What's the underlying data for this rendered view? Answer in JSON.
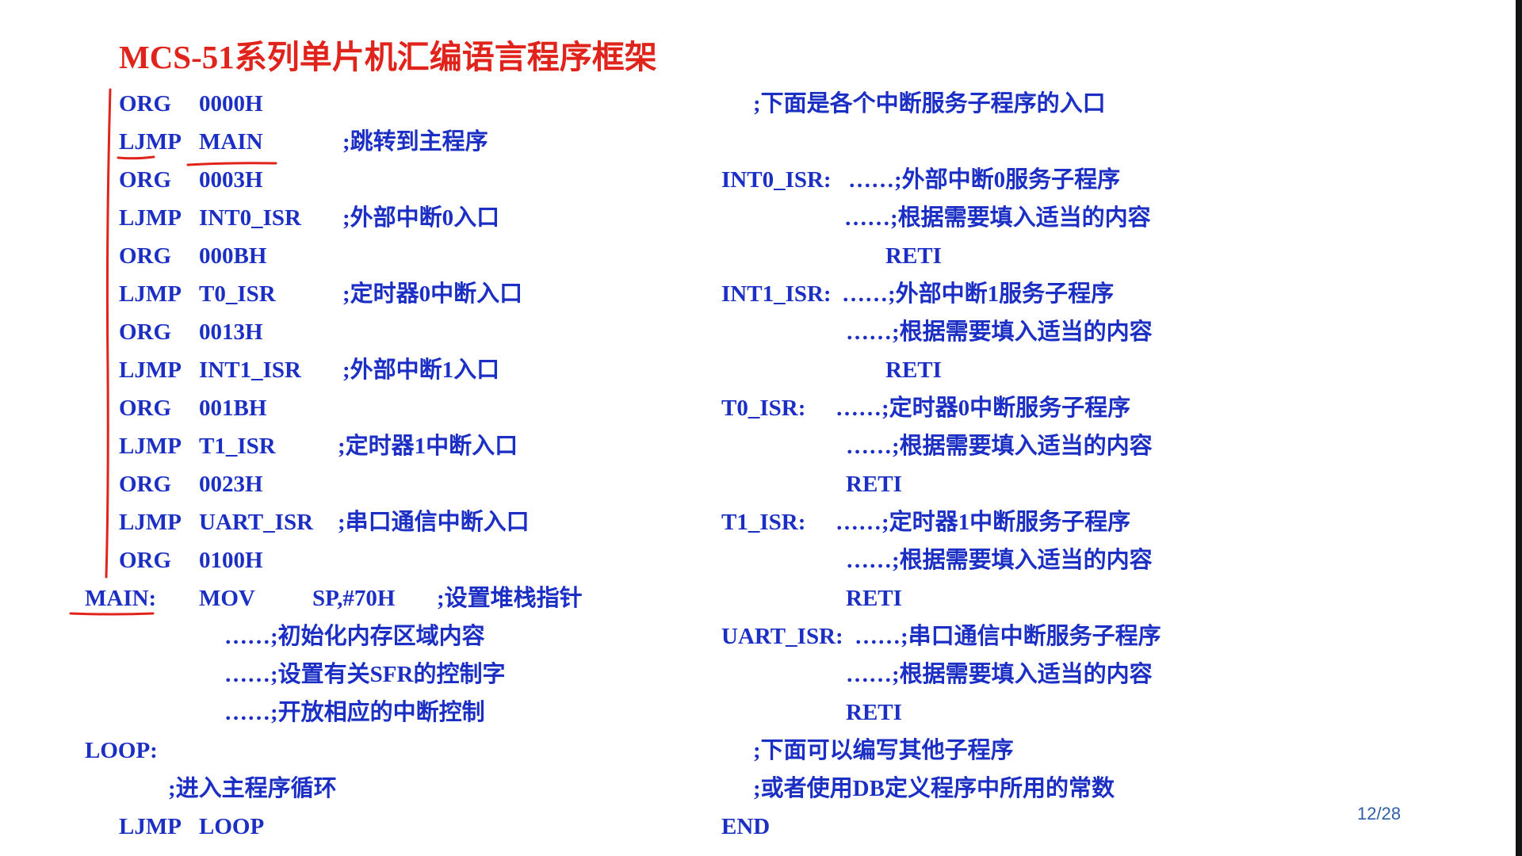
{
  "title": "MCS-51系列单片机汇编语言程序框架",
  "page_number": "12/28",
  "colors": {
    "title": "#e1241b",
    "code": "#1c2fc4",
    "annotation": "#e1241b",
    "page_number": "#2f5ea6"
  },
  "left": {
    "vectors": [
      {
        "op": "ORG",
        "arg": "0000H",
        "comment": ""
      },
      {
        "op": "LJMP",
        "arg": "MAIN",
        "comment": ";跳转到主程序"
      },
      {
        "op": "ORG",
        "arg": "0003H",
        "comment": ""
      },
      {
        "op": "LJMP",
        "arg": "INT0_ISR",
        "comment": ";外部中断0入口"
      },
      {
        "op": "ORG",
        "arg": "000BH",
        "comment": ""
      },
      {
        "op": "LJMP",
        "arg": "T0_ISR",
        "comment": ";定时器0中断入口"
      },
      {
        "op": "ORG",
        "arg": "0013H",
        "comment": ""
      },
      {
        "op": "LJMP",
        "arg": "INT1_ISR",
        "comment": ";外部中断1入口"
      },
      {
        "op": "ORG",
        "arg": "001BH",
        "comment": ""
      },
      {
        "op": "LJMP",
        "arg": "T1_ISR",
        "comment": ";定时器1中断入口"
      },
      {
        "op": "ORG",
        "arg": "0023H",
        "comment": ""
      },
      {
        "op": "LJMP",
        "arg": "UART_ISR",
        "comment": ";串口通信中断入口"
      },
      {
        "op": "ORG",
        "arg": "0100H",
        "comment": ""
      }
    ],
    "main": {
      "label": "MAIN:",
      "op": "MOV",
      "arg": "SP,#70H",
      "comment": ";设置堆栈指针",
      "body": [
        "……;初始化内存区域内容",
        "……;设置有关SFR的控制字",
        "……;开放相应的中断控制"
      ]
    },
    "loop": {
      "label": "LOOP:",
      "comment": ";进入主程序循环",
      "op": "LJMP",
      "arg": "LOOP"
    }
  },
  "right": {
    "header_comment": ";下面是各个中断服务子程序的入口",
    "isrs": [
      {
        "label": "INT0_ISR:",
        "first": "……;外部中断0服务子程序",
        "fill": "……;根据需要填入适当的内容",
        "ret": "RETI"
      },
      {
        "label": "INT1_ISR:",
        "first": "……;外部中断1服务子程序",
        "fill": "……;根据需要填入适当的内容",
        "ret": "RETI"
      },
      {
        "label": "T0_ISR:",
        "first": "……;定时器0中断服务子程序",
        "fill": "……;根据需要填入适当的内容",
        "ret": "RETI"
      },
      {
        "label": "T1_ISR:",
        "first": "……;定时器1中断服务子程序",
        "fill": "……;根据需要填入适当的内容",
        "ret": "RETI"
      },
      {
        "label": "UART_ISR:",
        "first": "……;串口通信中断服务子程序",
        "fill": "……;根据需要填入适当的内容",
        "ret": "RETI"
      }
    ],
    "footer_comments": [
      ";下面可以编写其他子程序",
      ";或者使用DB定义程序中所用的常数"
    ],
    "end": "END"
  }
}
